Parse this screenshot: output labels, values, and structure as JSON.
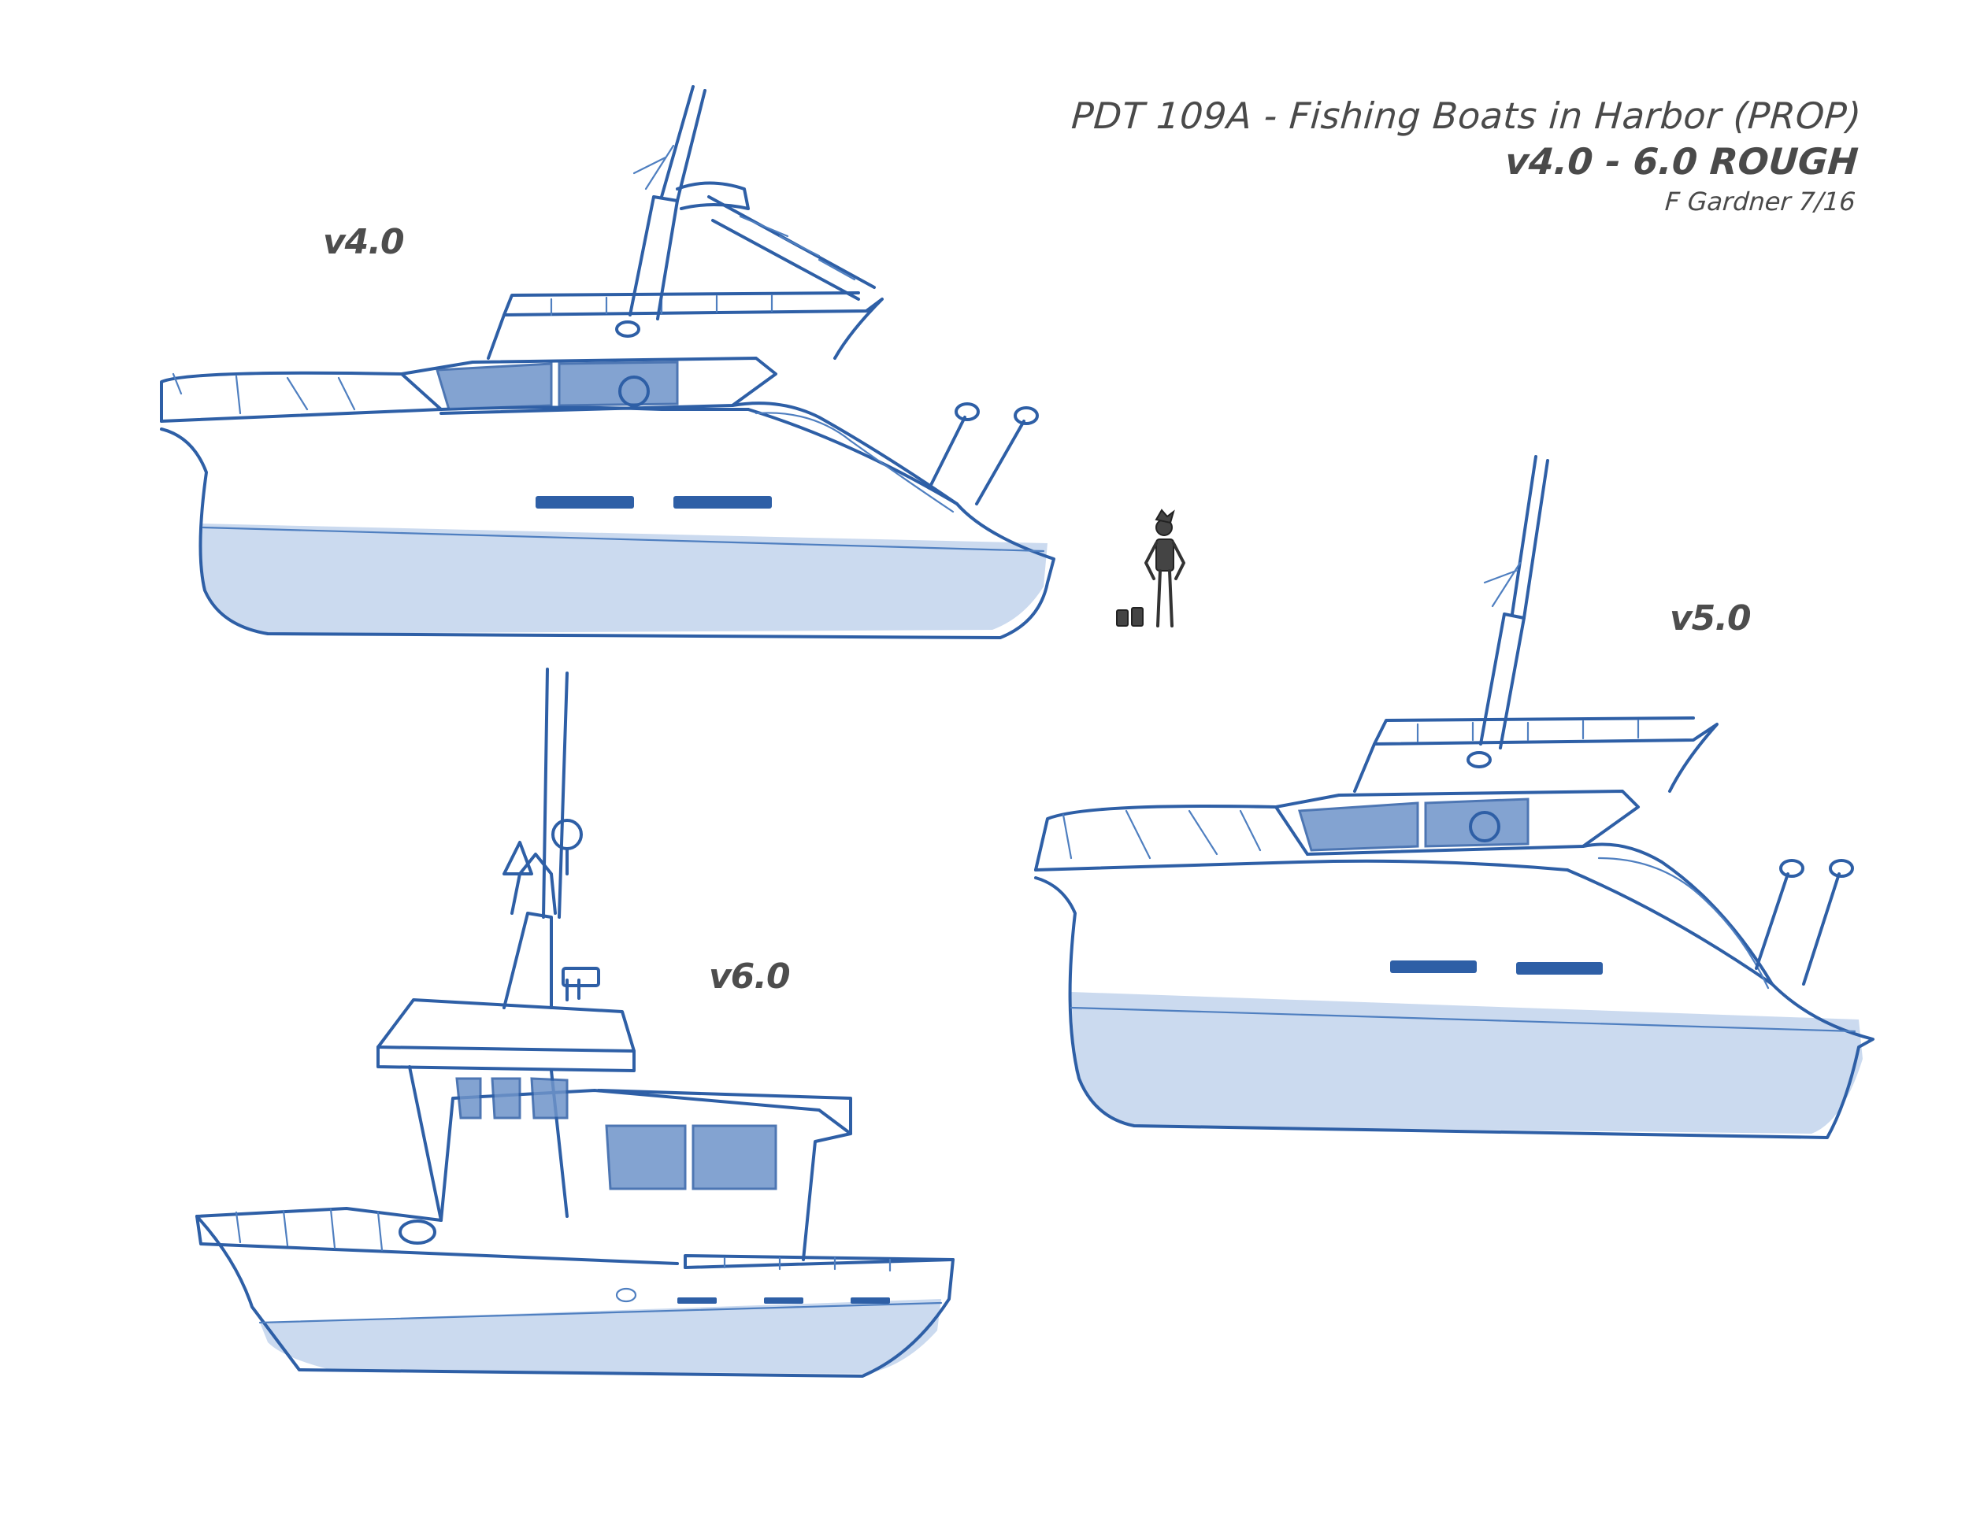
{
  "header": {
    "title": "PDT 109A - Fishing Boats in Harbor (PROP)",
    "subtitle": "v4.0 - 6.0 ROUGH",
    "credit": "F Gardner 7/16"
  },
  "versions": {
    "v4": "v4.0",
    "v5": "v5.0",
    "v6": "v6.0"
  },
  "colors": {
    "pencil": "#2e5fa6",
    "shade": "#b9cde9",
    "text": "#4a4a4a"
  }
}
